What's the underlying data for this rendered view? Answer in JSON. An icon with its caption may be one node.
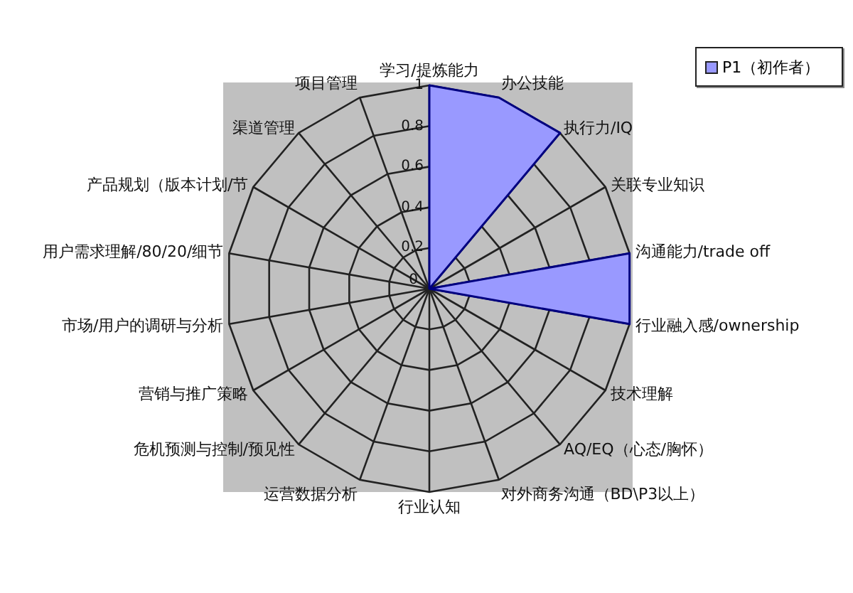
{
  "diagram": {
    "labels": [
      "学习/提炼能力",
      "办公技能",
      "执行力/IQ",
      "关联专业知识",
      "沟通能力/trade off",
      "行业融入感/ownership",
      "技术理解",
      "AQ/EQ（心态/胸怀）",
      "对外商务沟通（BD\\P3以上）",
      "行业认知",
      "运营数据分析",
      "危机预测与控制/预见性",
      "营销与推广策略",
      "市场/用户的调研与分析",
      "用户需求理解/80/20/细节",
      "产品规划（版本计划/节",
      "渠道管理",
      "项目管理",
      "1",
      "0.8",
      "0.6",
      "0.4",
      "0.2",
      "0"
    ],
    "legend": [
      {
        "text": "P1（初作者）",
        "color": "#9999ff"
      }
    ]
  }
}
